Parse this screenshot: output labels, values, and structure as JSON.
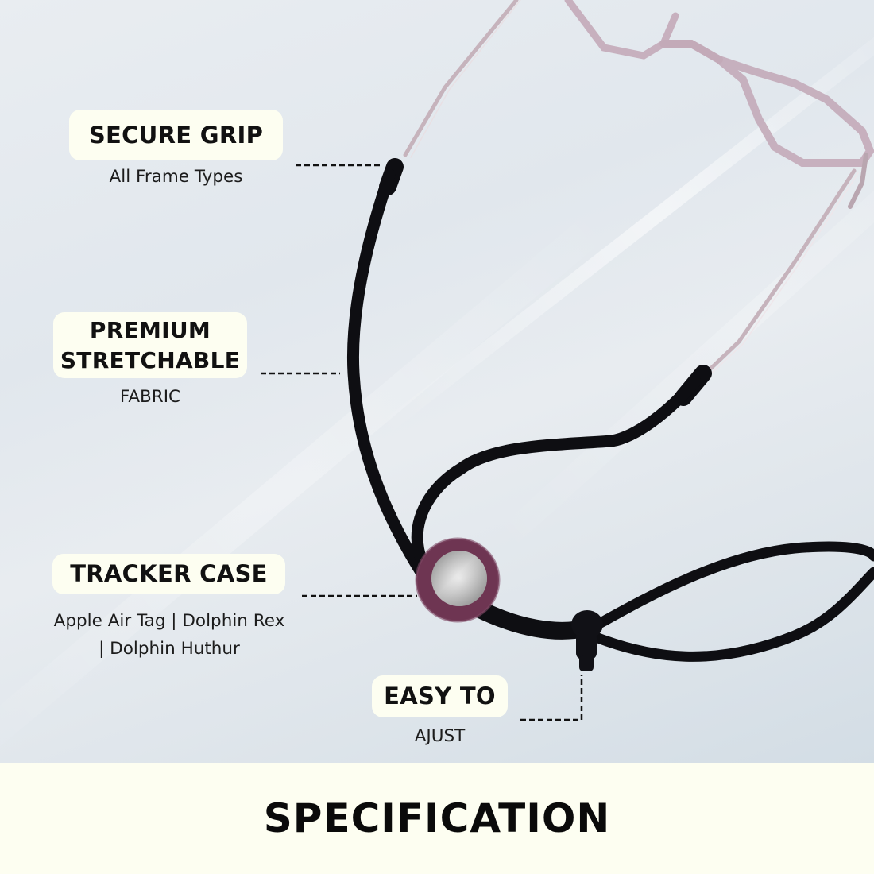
{
  "callouts": [
    {
      "id": "secure-grip",
      "title": "SECURE GRIP",
      "subtitle": "All Frame Types"
    },
    {
      "id": "premium-stretchable",
      "title_line1": "PREMIUM",
      "title_line2": "STRETCHABLE",
      "subtitle": "FABRIC"
    },
    {
      "id": "tracker-case",
      "title": "TRACKER CASE",
      "subtitle_line1": "Apple Air Tag | Dolphin Rex",
      "subtitle_line2": "| Dolphin Huthur"
    },
    {
      "id": "easy-to-adjust",
      "title": "EASY TO",
      "subtitle": "AJUST"
    }
  ],
  "footer": {
    "title": "SPECIFICATION"
  },
  "colors": {
    "label_bg": "#fdfef1",
    "strap": "#0e0e12",
    "tracker_ring": "#6e3552",
    "frame": "#c9b4bf",
    "background": "#e4e9ee"
  },
  "icons": {
    "product": "eyeglasses-with-strap-and-tracker",
    "bead": "cord-lock-bead"
  }
}
